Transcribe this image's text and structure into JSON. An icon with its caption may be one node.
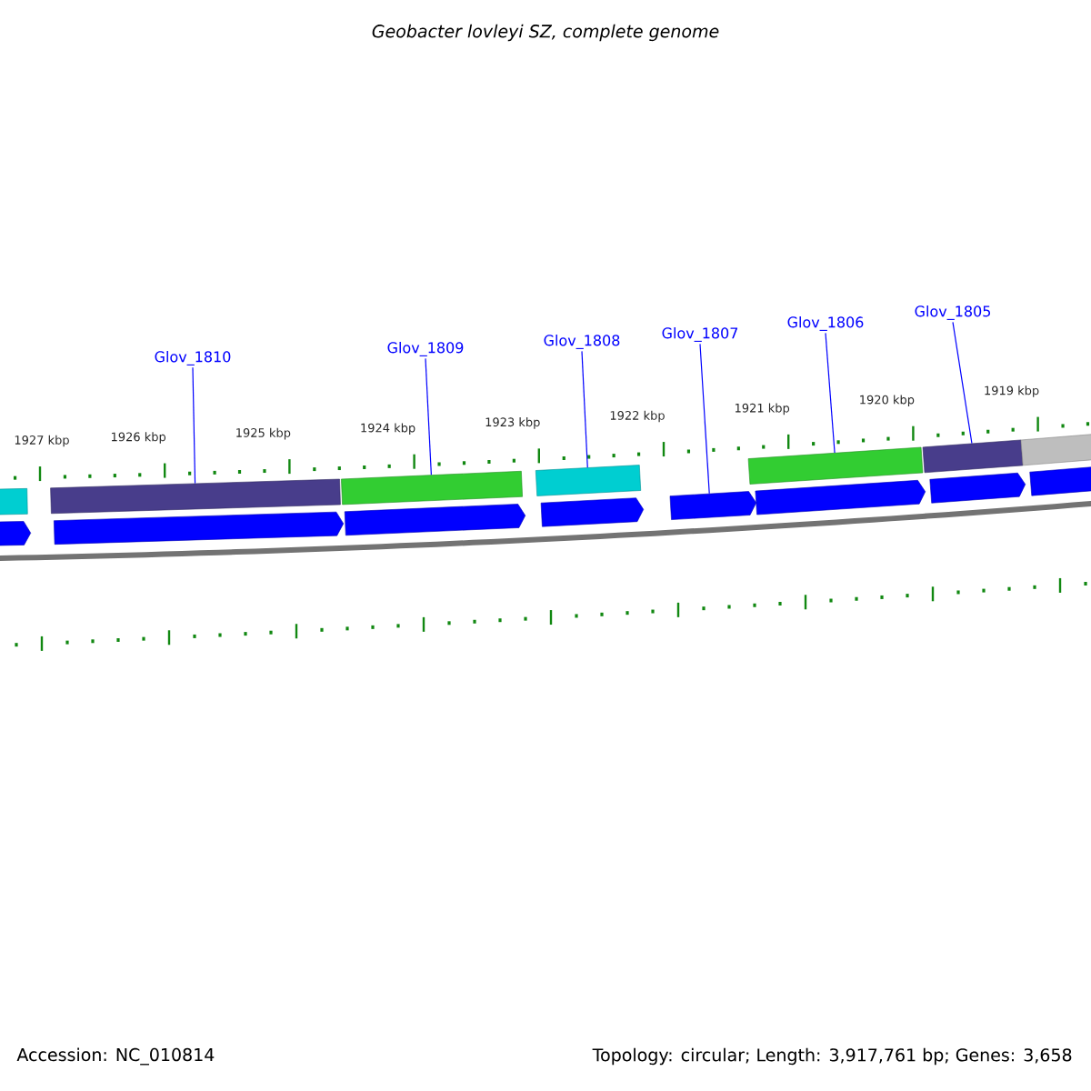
{
  "diagram": {
    "title": "Geobacter lovleyi SZ, complete genome",
    "nodes": [
      {
        "text": [
          "Glov_1810"
        ]
      },
      {
        "text": [
          "Glov_1809"
        ]
      },
      {
        "text": [
          "Glov_1808"
        ]
      },
      {
        "text": [
          "Glov_1807"
        ]
      },
      {
        "text": [
          "Glov_1806"
        ]
      },
      {
        "text": [
          "Glov_1805"
        ]
      },
      {
        "text": [],
        "shape": "bar"
      },
      {
        "text": [],
        "shape": "bar"
      },
      {
        "text": [],
        "shape": "bar"
      },
      {
        "text": [],
        "shape": "bar"
      },
      {
        "text": [],
        "shape": "bar"
      },
      {
        "text": [],
        "shape": "bar"
      },
      {
        "text": [],
        "shape": "bar"
      },
      {
        "text": [],
        "shape": "arrow"
      },
      {
        "text": [],
        "shape": "arrow"
      },
      {
        "text": [],
        "shape": "arrow"
      },
      {
        "text": [],
        "shape": "arrow"
      },
      {
        "text": [],
        "shape": "arrow"
      },
      {
        "text": [],
        "shape": "arrow"
      },
      {
        "text": [],
        "shape": "arrow"
      },
      {
        "text": [],
        "shape": "arrow"
      }
    ],
    "edges": [
      {
        "from": 0,
        "to": 7,
        "arrow": "none"
      },
      {
        "from": 1,
        "to": 8,
        "arrow": "none"
      },
      {
        "from": 2,
        "to": 9,
        "arrow": "none"
      },
      {
        "from": 3,
        "to": 17,
        "arrow": "none"
      },
      {
        "from": 4,
        "to": 10,
        "arrow": "none"
      },
      {
        "from": 5,
        "to": 11,
        "arrow": "none"
      }
    ],
    "labels": [
      "1927 kbp",
      "1926 kbp",
      "1925 kbp",
      "1924 kbp",
      "1923 kbp",
      "1922 kbp",
      "1921 kbp",
      "1920 kbp",
      "1919 kbp",
      "Accession: NC_010814",
      "Topology: circular; Length: 3,917,761 bp; Genes: 3,658"
    ]
  }
}
